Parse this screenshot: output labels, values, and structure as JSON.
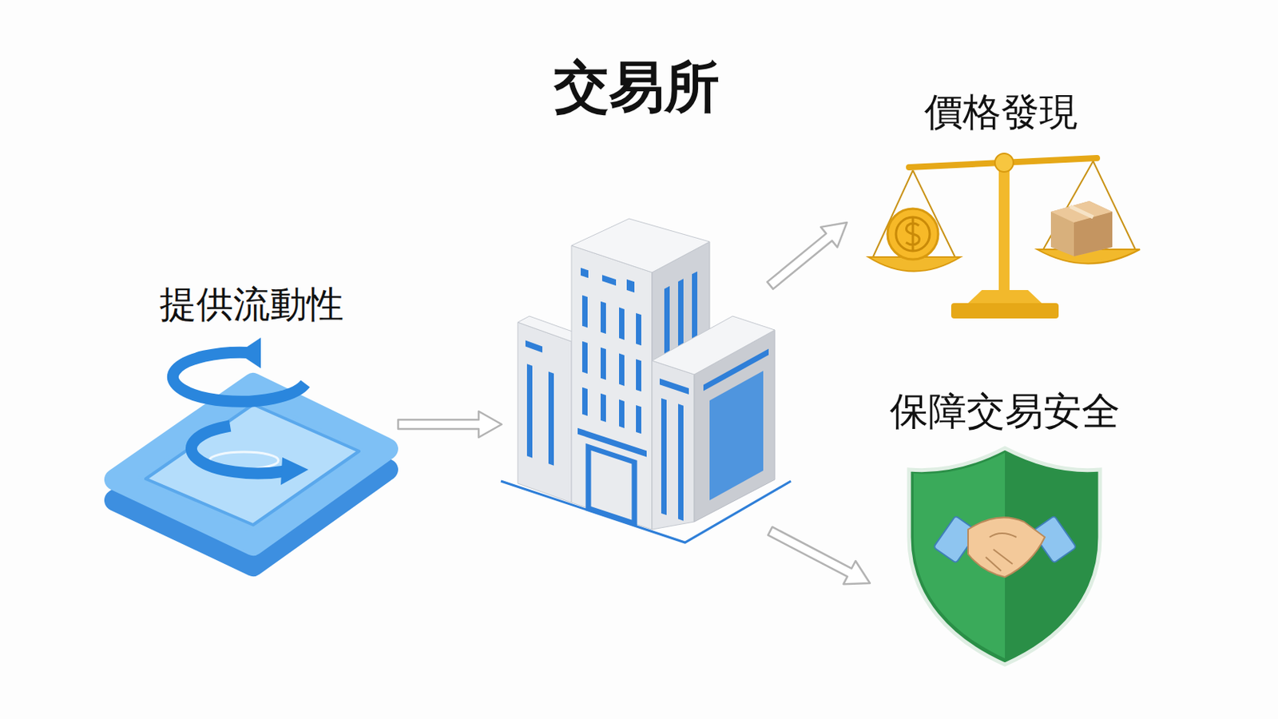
{
  "diagram": {
    "nodes": [
      {
        "text": [
          "提供流動性"
        ]
      },
      {
        "text": [
          "交易所"
        ]
      },
      {
        "text": [
          "價格發現"
        ]
      },
      {
        "text": [
          "保障交易安全"
        ]
      }
    ],
    "edges": [
      {
        "from": 0,
        "to": 1,
        "arrow": "to"
      },
      {
        "from": 1,
        "to": 2,
        "arrow": "to"
      },
      {
        "from": 1,
        "to": 3,
        "arrow": "to"
      }
    ]
  }
}
